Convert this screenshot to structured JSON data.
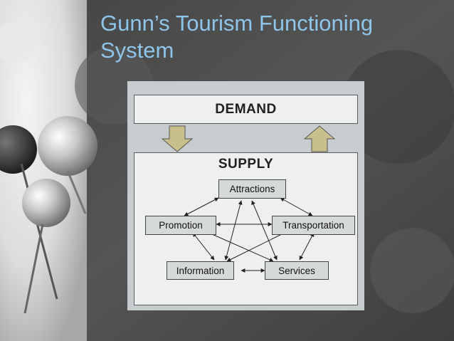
{
  "slide": {
    "title": "Gunn’s Tourism Functioning System"
  },
  "diagram": {
    "demand_label": "DEMAND",
    "supply_label": "SUPPLY",
    "nodes": {
      "attractions": "Attractions",
      "promotion": "Promotion",
      "transportation": "Transportation",
      "information": "Information",
      "services": "Services"
    },
    "colors": {
      "arrow_fill": "#c7c08c",
      "box_fill": "#eeefef",
      "node_fill": "#d6d9da",
      "panel_fill": "#c7cccf",
      "title_color": "#8ec5ea"
    }
  }
}
